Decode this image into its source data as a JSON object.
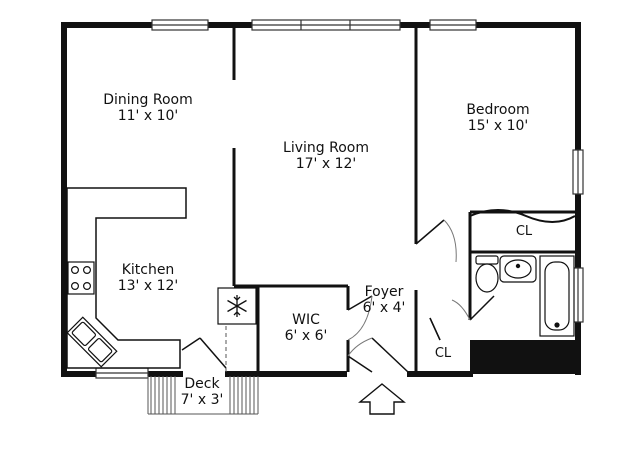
{
  "rooms": {
    "dining_room": {
      "name": "Dining Room",
      "dimensions": "11' x 10'"
    },
    "living_room": {
      "name": "Living Room",
      "dimensions": "17' x 12'"
    },
    "bedroom": {
      "name": "Bedroom",
      "dimensions": "15' x 10'"
    },
    "kitchen": {
      "name": "Kitchen",
      "dimensions": "13' x 12'"
    },
    "foyer": {
      "name": "Foyer",
      "dimensions": "6' x 4'"
    },
    "wic": {
      "name": "WIC",
      "dimensions": "6' x 6'"
    },
    "deck": {
      "name": "Deck",
      "dimensions": "7' x 3'"
    }
  },
  "closets": {
    "bedroom_closet": "CL",
    "foyer_closet": "CL"
  },
  "icons": {
    "entrance": "entrance-arrow-icon",
    "fridge": "snowflake-icon",
    "stove": "stove-icon",
    "sink": "sink-icon",
    "toilet": "toilet-icon",
    "bathtub": "bathtub-icon"
  },
  "colors": {
    "wall": "#111111",
    "background": "#ffffff"
  }
}
